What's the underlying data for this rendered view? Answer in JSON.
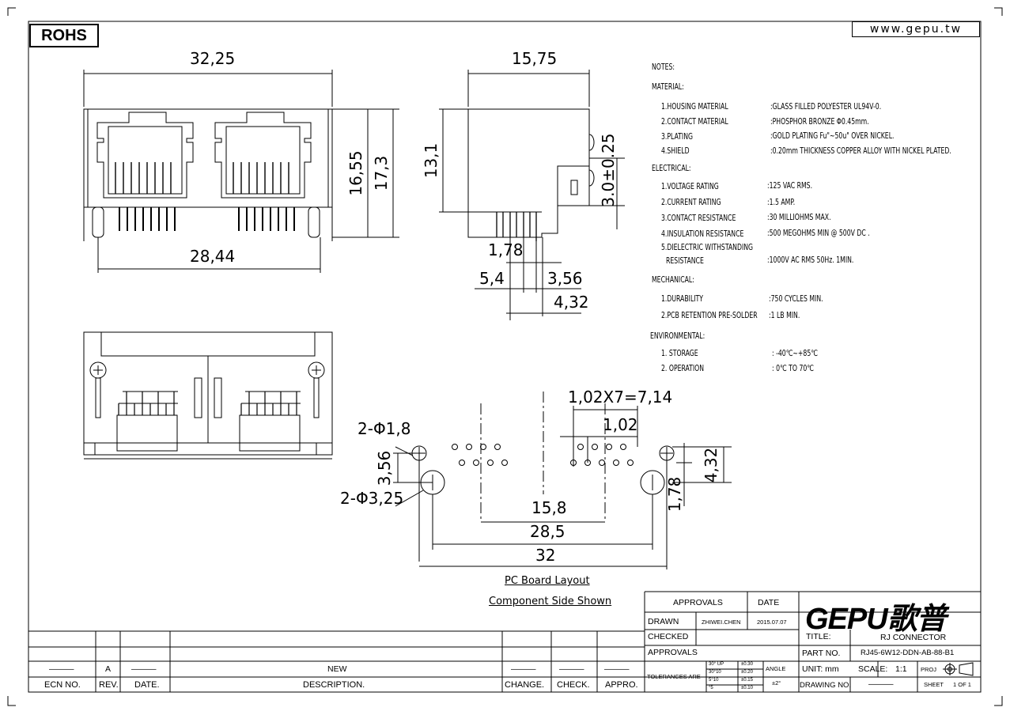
{
  "header": {
    "rohs_label": "ROHS",
    "website": "www.gepu.tw"
  },
  "dimensions": {
    "front_width": "32,25",
    "front_pin_span": "28,44",
    "front_height_a": "16,55",
    "front_height_b": "17,3",
    "side_width": "15,75",
    "side_height": "13,1",
    "side_tab": "3.0±0.25",
    "side_pin_a": "1,78",
    "side_pin_b": "5,4",
    "side_pin_c": "3,56",
    "side_pin_d": "4,32",
    "pcb_pitch_total": "1,02X7=7,14",
    "pcb_pitch": "1,02",
    "pcb_hole_small": "2-Φ1,8",
    "pcb_hole_large": "2-Φ3,25",
    "pcb_row_offset": "3,56",
    "pcb_right_offset": "4,32",
    "pcb_right_small": "1,78",
    "pcb_inner": "15,8",
    "pcb_mid": "28,5",
    "pcb_outer": "32"
  },
  "captions": {
    "pcb_layout": "PC Board Layout",
    "component_side": "Component Side Shown"
  },
  "notes": {
    "heading": "NOTES:",
    "material_heading": "MATERIAL:",
    "material": [
      {
        "label": "1.HOUSING MATERIAL",
        "value": ":GLASS FILLED POLYESTER UL94V-0."
      },
      {
        "label": "2.CONTACT MATERIAL",
        "value": ":PHOSPHOR BRONZE Φ0.45mm."
      },
      {
        "label": "3.PLATING",
        "value": ":GOLD PLATING Fu\"~50u\" OVER NICKEL."
      },
      {
        "label": "4.SHIELD",
        "value": ":0.20mm THICKNESS COPPER ALLOY WITH NICKEL PLATED."
      }
    ],
    "electrical_heading": "ELECTRICAL:",
    "electrical": [
      {
        "label": "1.VOLTAGE RATING",
        "value": ":125 VAC RMS."
      },
      {
        "label": "2.CURRENT RATING",
        "value": ":1.5 AMP."
      },
      {
        "label": "3.CONTACT RESISTANCE",
        "value": ":30 MILLIOHMS MAX."
      },
      {
        "label": "4.INSULATION RESISTANCE",
        "value": ":500 MEGOHMS MIN @ 500V DC ."
      },
      {
        "label": "5.DIELECTRIC WITHSTANDING",
        "value": ""
      },
      {
        "label": "RESISTANCE",
        "value": ":1000V AC RMS 50Hz. 1MIN."
      }
    ],
    "mechanical_heading": "MECHANICAL:",
    "mechanical": [
      {
        "label": "1.DURABILITY",
        "value": ":750 CYCLES MIN."
      },
      {
        "label": "2.PCB RETENTION PRE-SOLDER",
        "value": ":1 LB MIN."
      }
    ],
    "environmental_heading": "ENVIRONMENTAL:",
    "environmental": [
      {
        "label": "1. STORAGE",
        "value": ": -40℃~+85℃"
      },
      {
        "label": "2. OPERATION",
        "value": ": 0℃ TO 70℃"
      }
    ]
  },
  "revision_block": {
    "rev_value": "A",
    "dash": "———",
    "description_value": "NEW",
    "headers": {
      "ecn": "ECN NO.",
      "rev": "REV.",
      "date": "DATE.",
      "description": "DESCRIPTION.",
      "change": "CHANGE.",
      "check": "CHECK.",
      "appro": "APPRO."
    }
  },
  "title_block": {
    "approvals": "APPROVALS",
    "date": "DATE",
    "drawn": "DRAWN",
    "drawn_by": "ZHIWEI.CHEN",
    "drawn_date": "2015.07.07",
    "checked": "CHECKED",
    "approvals2": "APPROVALS",
    "tolerances": "TOLERANCES ARE",
    "tol_rows": [
      {
        "range": "30° UP",
        "tol": "±0.30"
      },
      {
        "range": "30°10",
        "tol": "±0.20"
      },
      {
        "range": "5°10",
        "tol": "±0.15"
      },
      {
        "range": "°5",
        "tol": "±0.10"
      }
    ],
    "angle": "ANGLE",
    "angle_tol": "±2°",
    "logo": "GEPU歌普",
    "title_label": "TITLE:",
    "title_value": "RJ  CONNECTOR",
    "part_label": "PART  NO.",
    "part_value": "RJ45-6W12-DDN-AB-88-B1",
    "unit_label": "UNIT:  mm",
    "scale_label": "SCALE:",
    "scale_value": "1:1",
    "proj_label": "PROJ",
    "drawing_label": "DRAWING  NO.",
    "drawing_value": "———",
    "sheet_label": "SHEET",
    "sheet_value": "1  OF  1"
  }
}
